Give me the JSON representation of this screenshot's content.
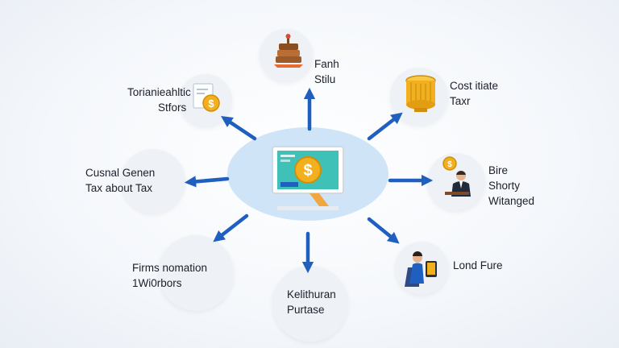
{
  "nodes": {
    "top": {
      "lines": [
        "Fanh",
        "Stilu"
      ],
      "icon": "stacked-books-icon"
    },
    "top_left": {
      "lines": [
        "Torianieahltic",
        "Stfors"
      ],
      "icon": "coin-document-icon"
    },
    "top_right": {
      "lines": [
        "Cost itiate",
        "Taxr"
      ],
      "icon": "gold-coin-stack-icon"
    },
    "left": {
      "lines": [
        "Cusnal Genen",
        "Tax about Tax"
      ],
      "icon": ""
    },
    "right": {
      "lines": [
        "Bire",
        "Shorty",
        "Witanged"
      ],
      "icon": "businessman-coin-icon"
    },
    "bottom_left": {
      "lines": [
        "Firms nomation",
        "1Wi0rbors"
      ],
      "icon": ""
    },
    "bottom": {
      "lines": [
        "Kelithuran",
        "Purtase"
      ],
      "icon": ""
    },
    "bottom_right": {
      "lines": [
        "Lond Fure"
      ],
      "icon": "person-with-tablet-icon"
    }
  },
  "hub": {
    "icon": "monitor-dollar-coin-icon"
  },
  "colors": {
    "arrow": "#1f5fbf",
    "hub": "#cfe4f6",
    "screen": "#3fc1b8",
    "coin": "#f2b01e"
  }
}
